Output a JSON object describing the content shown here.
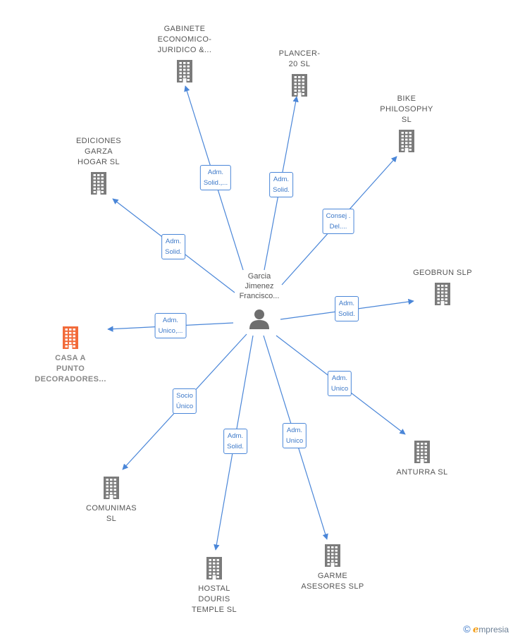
{
  "center": {
    "name": "Garcia\nJimenez\nFrancisco..."
  },
  "nodes": [
    {
      "id": "gabinete",
      "label": "GABINETE\nECONOMICO-\nJURIDICO &...",
      "highlight": false
    },
    {
      "id": "plancer",
      "label": "PLANCER-\n20  SL",
      "highlight": false
    },
    {
      "id": "bike",
      "label": "BIKE\nPHILOSOPHY\nSL",
      "highlight": false
    },
    {
      "id": "ediciones",
      "label": "EDICIONES\nGARZA\nHOGAR  SL",
      "highlight": false
    },
    {
      "id": "geobrun",
      "label": "GEOBRUN  SLP",
      "highlight": false
    },
    {
      "id": "casa",
      "label": "CASA A\nPUNTO\nDECORADORES...",
      "highlight": true
    },
    {
      "id": "anturra",
      "label": "ANTURRA  SL",
      "highlight": false
    },
    {
      "id": "comunimas",
      "label": "COMUNIMAS\nSL",
      "highlight": false
    },
    {
      "id": "hostal",
      "label": "HOSTAL\nDOURIS\nTEMPLE SL",
      "highlight": false
    },
    {
      "id": "garme",
      "label": "GARME\nASESORES SLP",
      "highlight": false
    }
  ],
  "edges": [
    {
      "target": "gabinete",
      "label": "Adm.\nSolid.,..."
    },
    {
      "target": "plancer",
      "label": "Adm.\nSolid."
    },
    {
      "target": "bike",
      "label": "Consej .\nDel...."
    },
    {
      "target": "ediciones",
      "label": "Adm.\nSolid."
    },
    {
      "target": "geobrun",
      "label": "Adm.\nSolid."
    },
    {
      "target": "casa",
      "label": "Adm.\nUnico,..."
    },
    {
      "target": "anturra",
      "label": "Adm.\nUnico"
    },
    {
      "target": "comunimas",
      "label": "Socio\nÚnico"
    },
    {
      "target": "hostal",
      "label": "Adm.\nSolid."
    },
    {
      "target": "garme",
      "label": "Adm.\nUnico"
    }
  ],
  "colors": {
    "edge": "#4a86d8",
    "building": "#7b7b7b",
    "highlight": "#f26b3a",
    "person": "#6e6e6e"
  },
  "brand": {
    "copyright": "©",
    "initial": "e",
    "name": "mpresia"
  }
}
